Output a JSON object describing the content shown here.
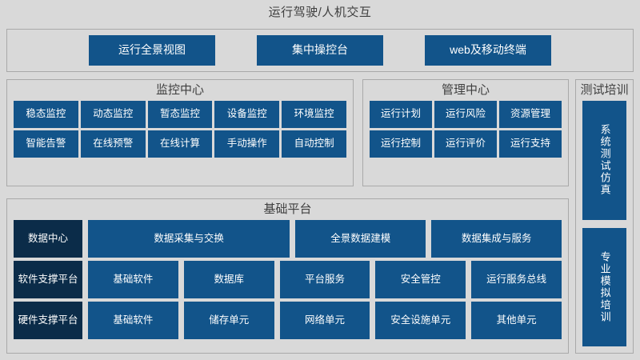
{
  "page_title": "运行驾驶/人机交互",
  "colors": {
    "background": "#d9d9d9",
    "panel_border": "#a9a9a9",
    "tile_blue": "#12548a",
    "tile_dark_navy": "#0b2c49",
    "title_text": "#3f3f3f",
    "tile_text": "#ffffff"
  },
  "topbar": {
    "items": [
      {
        "label": "运行全景视图"
      },
      {
        "label": "集中操控台"
      },
      {
        "label": "web及移动终端"
      }
    ]
  },
  "monitor_center": {
    "title": "监控中心",
    "items": [
      {
        "label": "稳态监控"
      },
      {
        "label": "动态监控"
      },
      {
        "label": "暂态监控"
      },
      {
        "label": "设备监控"
      },
      {
        "label": "环境监控"
      },
      {
        "label": "智能告警"
      },
      {
        "label": "在线预警"
      },
      {
        "label": "在线计算"
      },
      {
        "label": "手动操作"
      },
      {
        "label": "自动控制"
      }
    ]
  },
  "management_center": {
    "title": "管理中心",
    "items": [
      {
        "label": "运行计划"
      },
      {
        "label": "运行风险"
      },
      {
        "label": "资源管理"
      },
      {
        "label": "运行控制"
      },
      {
        "label": "运行评价"
      },
      {
        "label": "运行支持"
      }
    ]
  },
  "test_training": {
    "title": "测试培训",
    "items": [
      {
        "label": "系统测试仿真"
      },
      {
        "label": "专业模拟培训"
      }
    ]
  },
  "base_platform": {
    "title": "基础平台",
    "rows": [
      {
        "label": "数据中心",
        "cells": [
          {
            "label": "数据采集与交换"
          },
          {
            "label": "全景数据建模"
          },
          {
            "label": "数据集成与服务"
          }
        ]
      },
      {
        "label": "软件支撑平台",
        "cells": [
          {
            "label": "基础软件"
          },
          {
            "label": "数据库"
          },
          {
            "label": "平台服务"
          },
          {
            "label": "安全管控"
          },
          {
            "label": "运行服务总线"
          }
        ]
      },
      {
        "label": "硬件支撑平台",
        "cells": [
          {
            "label": "基础软件"
          },
          {
            "label": "储存单元"
          },
          {
            "label": "网络单元"
          },
          {
            "label": "安全设施单元"
          },
          {
            "label": "其他单元"
          }
        ]
      }
    ]
  }
}
